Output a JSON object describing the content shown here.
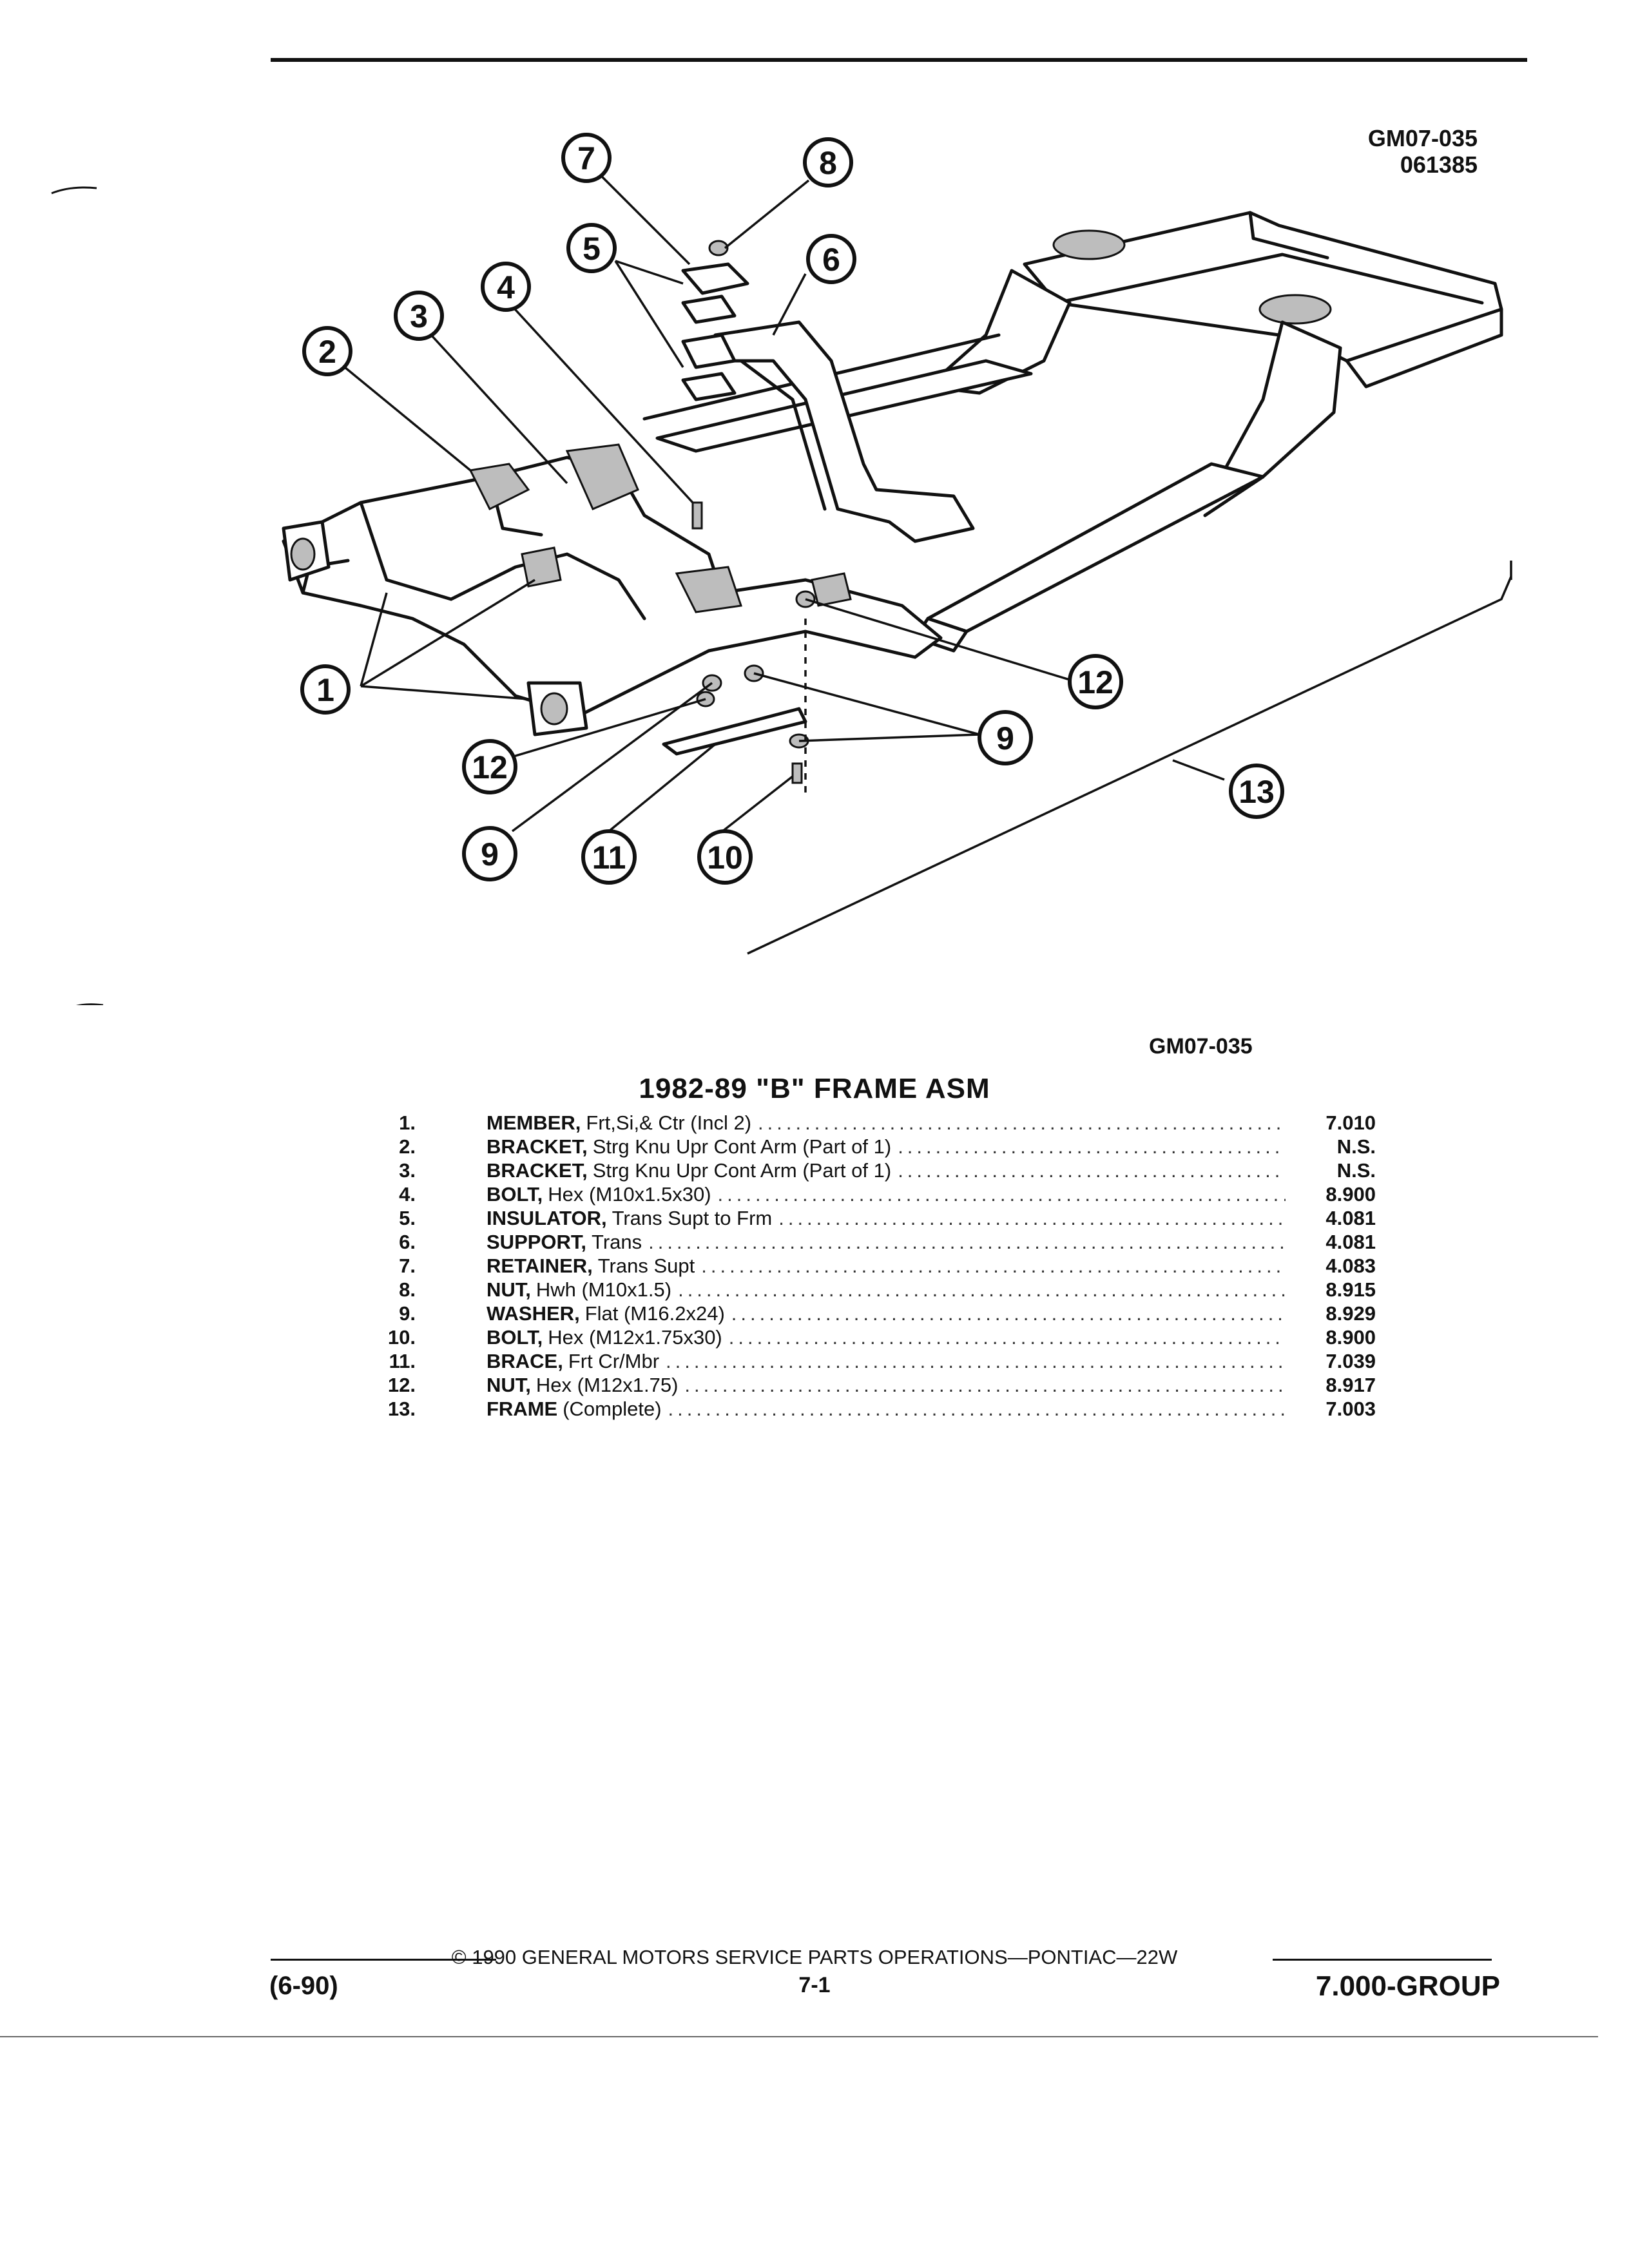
{
  "header": {
    "drawing_code": "GM07-035",
    "drawing_date": "061385"
  },
  "diagram": {
    "callouts": [
      "1",
      "2",
      "3",
      "4",
      "5",
      "6",
      "7",
      "8",
      "9",
      "10",
      "11",
      "12",
      "13"
    ]
  },
  "caption": {
    "drawing_code": "GM07-035",
    "title": "1982-89 \"B\" FRAME ASM"
  },
  "parts": [
    {
      "num": "1.",
      "name": "MEMBER,",
      "desc": "Frt,Si,& Ctr (Incl 2)",
      "group": "7.010"
    },
    {
      "num": "2.",
      "name": "BRACKET,",
      "desc": "Strg Knu Upr Cont Arm (Part of 1)",
      "group": "N.S."
    },
    {
      "num": "3.",
      "name": "BRACKET,",
      "desc": "Strg Knu Upr Cont Arm (Part of 1)",
      "group": "N.S."
    },
    {
      "num": "4.",
      "name": "BOLT,",
      "desc": "Hex (M10x1.5x30)",
      "group": "8.900"
    },
    {
      "num": "5.",
      "name": "INSULATOR,",
      "desc": "Trans Supt to Frm",
      "group": "4.081"
    },
    {
      "num": "6.",
      "name": "SUPPORT,",
      "desc": "Trans",
      "group": "4.081"
    },
    {
      "num": "7.",
      "name": "RETAINER,",
      "desc": "Trans Supt",
      "group": "4.083"
    },
    {
      "num": "8.",
      "name": "NUT,",
      "desc": "Hwh (M10x1.5)",
      "group": "8.915"
    },
    {
      "num": "9.",
      "name": "WASHER,",
      "desc": "Flat (M16.2x24)",
      "group": "8.929"
    },
    {
      "num": "10.",
      "name": "BOLT,",
      "desc": "Hex (M12x1.75x30)",
      "group": "8.900"
    },
    {
      "num": "11.",
      "name": "BRACE,",
      "desc": "Frt Cr/Mbr",
      "group": "7.039"
    },
    {
      "num": "12.",
      "name": "NUT,",
      "desc": "Hex (M12x1.75)",
      "group": "8.917"
    },
    {
      "num": "13.",
      "name": "FRAME",
      "desc": "(Complete)",
      "group": "7.003"
    }
  ],
  "footer": {
    "copyright": "© 1990 GENERAL MOTORS SERVICE PARTS OPERATIONS—PONTIAC—22W",
    "date_code": "(6-90)",
    "page": "7-1",
    "group": "7.000-GROUP"
  }
}
